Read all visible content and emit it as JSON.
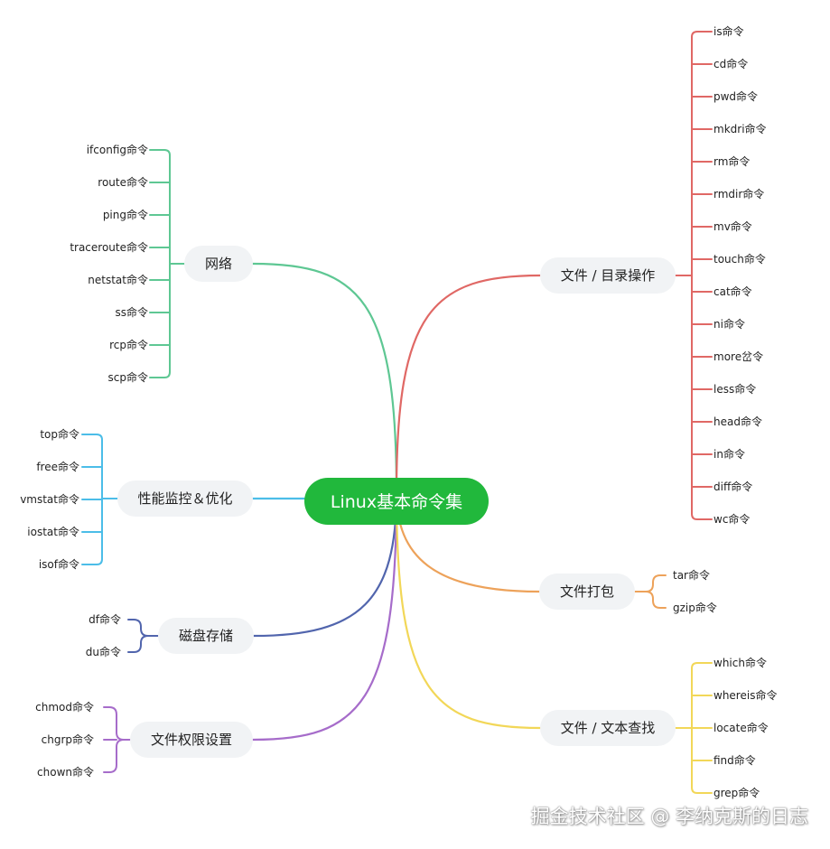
{
  "center": {
    "label": "Linux基本命令集",
    "color": "#21b83c"
  },
  "branches": [
    {
      "id": "network",
      "label": "网络",
      "color": "#5ec793",
      "items": [
        "ifconfig命令",
        "route命令",
        "ping命令",
        "traceroute命令",
        "netstat命令",
        "ss命令",
        "rcp命令",
        "scp命令"
      ]
    },
    {
      "id": "perf",
      "label": "性能监控＆优化",
      "color": "#4bbde8",
      "items": [
        "top命令",
        "free命令",
        "vmstat命令",
        "iostat命令",
        "isof命令"
      ]
    },
    {
      "id": "disk",
      "label": "磁盘存储",
      "color": "#5165ad",
      "items": [
        "df命令",
        "du命令"
      ]
    },
    {
      "id": "perm",
      "label": "文件权限设置",
      "color": "#a66cca",
      "items": [
        "chmod命令",
        "chgrp命令",
        "chown命令"
      ]
    },
    {
      "id": "fileops",
      "label": "文件 / 目录操作",
      "color": "#e06865",
      "items": [
        "is命令",
        "cd命令",
        "pwd命令",
        "mkdri命令",
        "rm命令",
        "rmdir命令",
        "mv命令",
        "touch命令",
        "cat命令",
        "ni命令",
        "more岔令",
        "less命令",
        "head命令",
        "in命令",
        "diff命令",
        "wc命令"
      ]
    },
    {
      "id": "pack",
      "label": "文件打包",
      "color": "#eda25a",
      "items": [
        "tar命令",
        "gzip命令"
      ]
    },
    {
      "id": "search",
      "label": "文件 / 文本查找",
      "color": "#f2d758",
      "items": [
        "which命令",
        "whereis命令",
        "locate命令",
        "find命令",
        "grep命令"
      ]
    }
  ],
  "node_fill": "#f1f3f5",
  "watermark": "掘金技术社区 @ 李纳克斯的日志"
}
